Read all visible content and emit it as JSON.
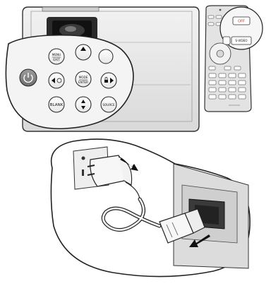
{
  "remote": {
    "off_label": "OFF",
    "svideo_label": "S-VIDEO"
  },
  "control_panel": {
    "menu_label": "MENU",
    "exit_label": "EXIT",
    "mode_label": "MODE",
    "enter_label": "ENTER",
    "blank_label": "BLANK",
    "source_label": "SOURCE"
  },
  "colors": {
    "power_button": "#8a8a8a",
    "arrow": "#1a1a1a",
    "remote_off_text": "#c0392b"
  }
}
